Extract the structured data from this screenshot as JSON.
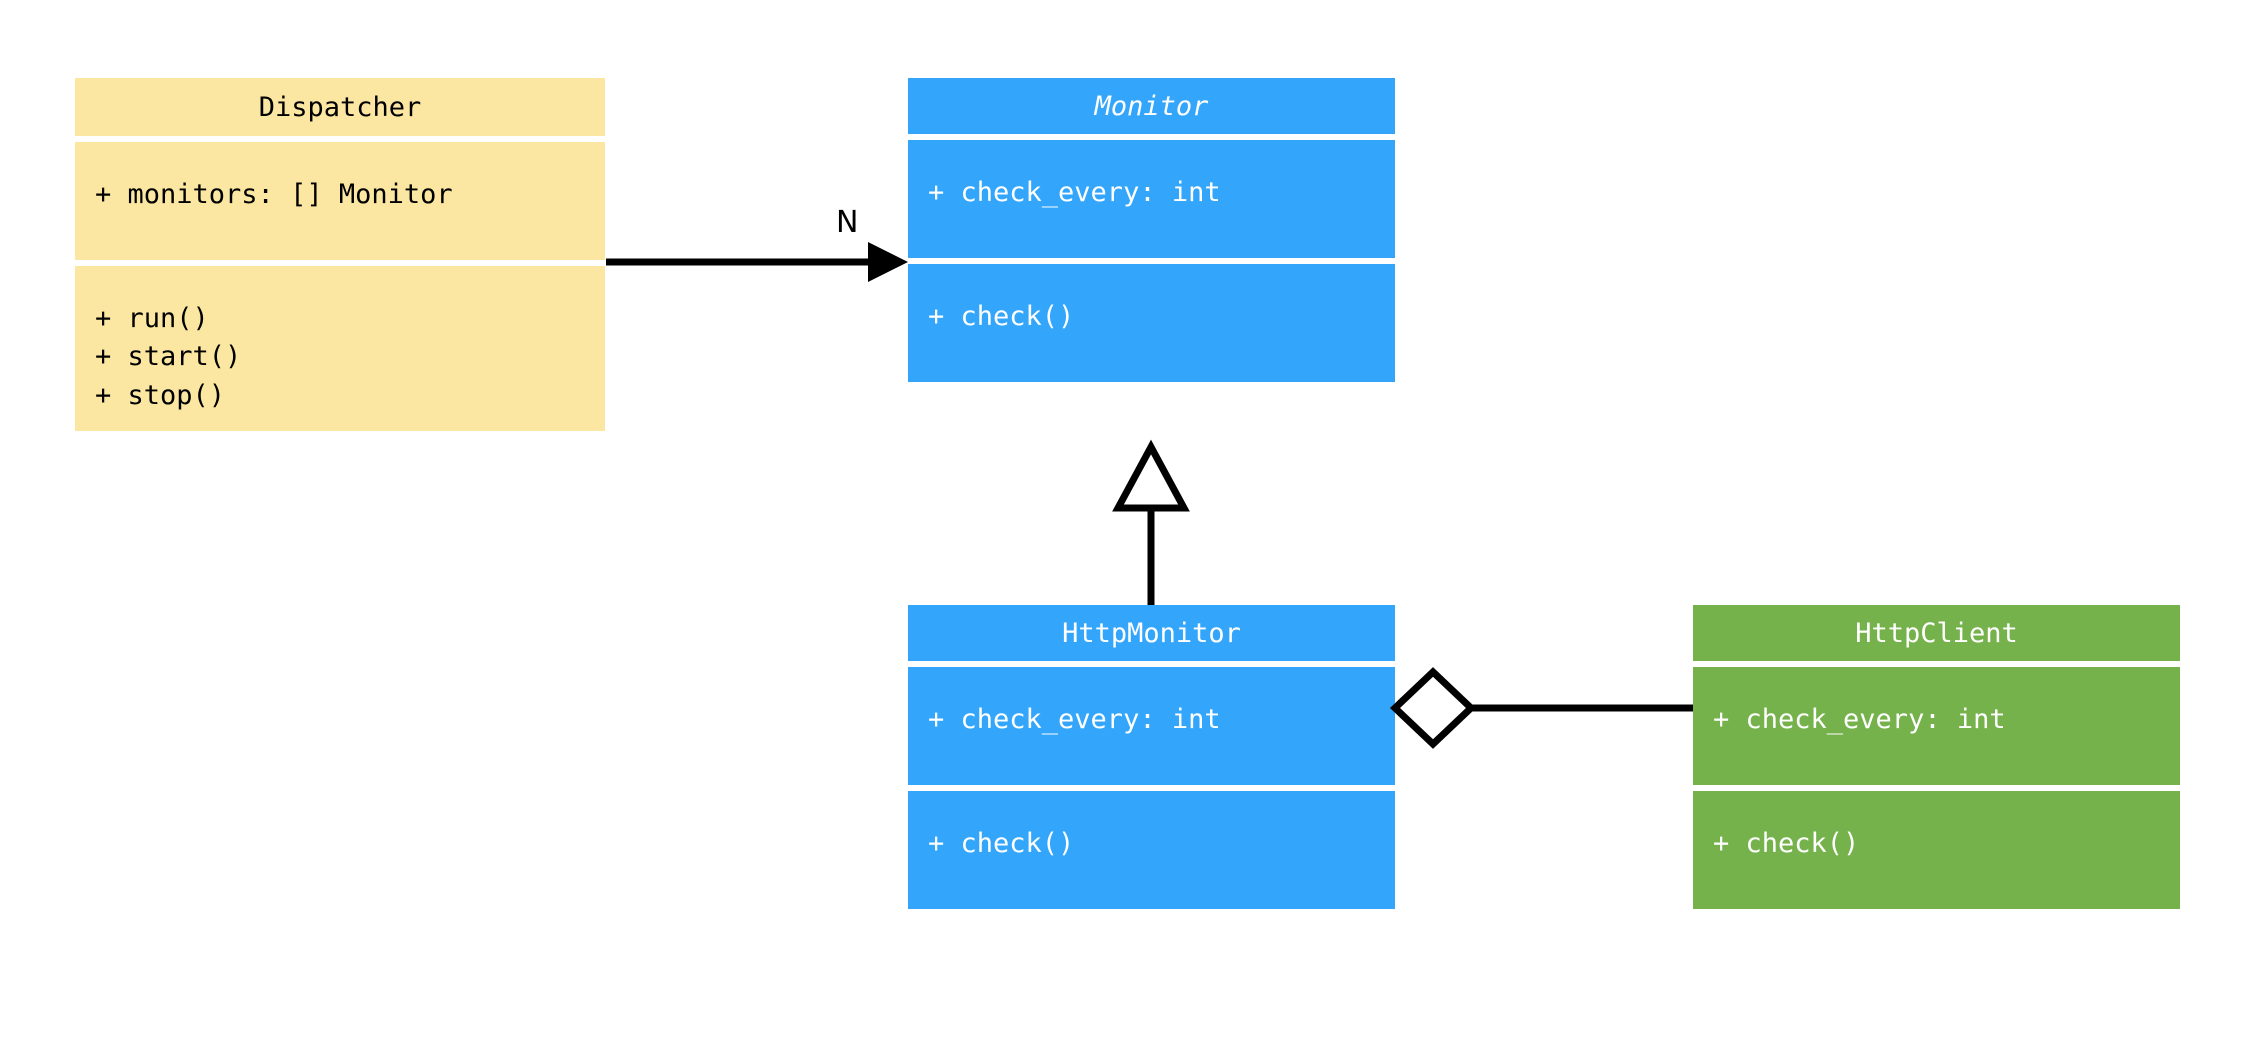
{
  "diagram": {
    "type": "uml-class-diagram",
    "background": "#ffffff",
    "palette": {
      "yellow": "#FBE7A1",
      "blue": "#33A6FC",
      "green": "#76B24B",
      "line": "#000000",
      "text_dark": "#000000",
      "text_light": "#FFFFFF"
    }
  },
  "classes": {
    "dispatcher": {
      "name": "Dispatcher",
      "stereotype": "concrete",
      "color": "#FBE7A1",
      "attributes": [
        "+ monitors: [] Monitor"
      ],
      "methods": [
        "+ run()",
        "+ start()",
        "+ stop()"
      ]
    },
    "monitor": {
      "name": "Monitor",
      "stereotype": "abstract",
      "color": "#33A6FC",
      "attributes": [
        "+ check_every: int"
      ],
      "methods": [
        "+ check()"
      ]
    },
    "httpmonitor": {
      "name": "HttpMonitor",
      "stereotype": "concrete",
      "color": "#33A6FC",
      "attributes": [
        "+ check_every: int"
      ],
      "methods": [
        "+ check()"
      ]
    },
    "httpclient": {
      "name": "HttpClient",
      "stereotype": "concrete",
      "color": "#76B24B",
      "attributes": [
        "+ check_every: int"
      ],
      "methods": [
        "+ check()"
      ]
    }
  },
  "relationships": [
    {
      "id": "dispatcher-to-monitor",
      "kind": "association",
      "arrowhead": "filled-triangle",
      "from": "Dispatcher",
      "to": "Monitor",
      "label": "N"
    },
    {
      "id": "httpmonitor-to-monitor",
      "kind": "generalization",
      "arrowhead": "hollow-triangle",
      "from": "HttpMonitor",
      "to": "Monitor",
      "label": ""
    },
    {
      "id": "httpmonitor-to-httpclient",
      "kind": "aggregation",
      "arrowhead": "hollow-diamond",
      "from": "HttpMonitor",
      "to": "HttpClient",
      "label": ""
    }
  ]
}
